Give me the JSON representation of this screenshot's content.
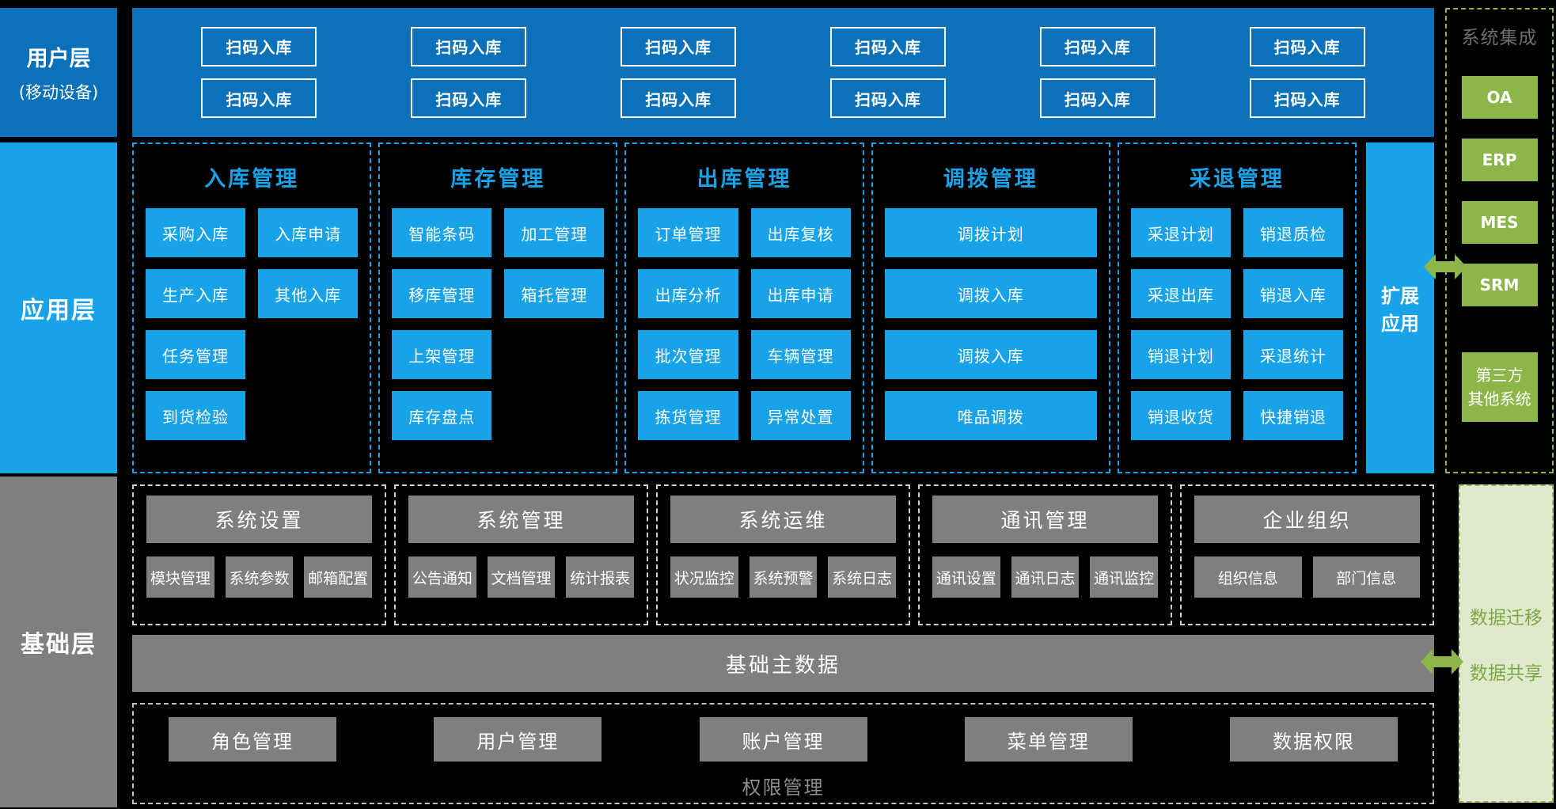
{
  "colors": {
    "dark_blue": "#0B71B8",
    "cyan": "#18A3E8",
    "gray": "#7F7F7F",
    "green": "#8CB648",
    "green_panel_bg": "#DFE9CB",
    "dashed_gray_border": "#CFCFCF",
    "integration_title_gray": "#6F6F6F",
    "panel_text_green": "#7FA845"
  },
  "sidebar": {
    "user_layer": {
      "title": "用户层",
      "subtitle": "(移动设备)"
    },
    "app_layer": {
      "title": "应用层"
    },
    "base_layer": {
      "title": "基础层"
    }
  },
  "user_layer": {
    "rows": [
      [
        "扫码入库",
        "扫码入库",
        "扫码入库",
        "扫码入库",
        "扫码入库",
        "扫码入库"
      ],
      [
        "扫码入库",
        "扫码入库",
        "扫码入库",
        "扫码入库",
        "扫码入库",
        "扫码入库"
      ]
    ]
  },
  "app_layer": {
    "sections": [
      {
        "title": "入库管理",
        "cols": 2,
        "rows": [
          [
            "采购入库",
            "入库申请"
          ],
          [
            "生产入库",
            "其他入库"
          ],
          [
            "任务管理"
          ],
          [
            "到货检验"
          ]
        ]
      },
      {
        "title": "库存管理",
        "cols": 2,
        "rows": [
          [
            "智能条码",
            "加工管理"
          ],
          [
            "移库管理",
            "箱托管理"
          ],
          [
            "上架管理"
          ],
          [
            "库存盘点"
          ]
        ]
      },
      {
        "title": "出库管理",
        "cols": 2,
        "rows": [
          [
            "订单管理",
            "出库复核"
          ],
          [
            "出库分析",
            "出库申请"
          ],
          [
            "批次管理",
            "车辆管理"
          ],
          [
            "拣货管理",
            "异常处置"
          ]
        ]
      },
      {
        "title": "调拨管理",
        "cols": 1,
        "rows": [
          [
            "调拨计划"
          ],
          [
            "调拨入库"
          ],
          [
            "调拨入库"
          ],
          [
            "唯品调拨"
          ]
        ]
      },
      {
        "title": "采退管理",
        "cols": 2,
        "rows": [
          [
            "采退计划",
            "销退质检"
          ],
          [
            "采退出库",
            "销退入库"
          ],
          [
            "销退计划",
            "采退统计"
          ],
          [
            "销退收货",
            "快捷销退"
          ]
        ]
      }
    ],
    "extension_label": "扩展\n应用"
  },
  "system_integration": {
    "title": "系统集成",
    "items": [
      "OA",
      "ERP",
      "MES",
      "SRM",
      "第三方\n其他系统"
    ]
  },
  "base_layer": {
    "sections": [
      {
        "title": "系统设置",
        "items": [
          "模块管理",
          "系统参数",
          "邮箱配置"
        ]
      },
      {
        "title": "系统管理",
        "items": [
          "公告通知",
          "文档管理",
          "统计报表"
        ]
      },
      {
        "title": "系统运维",
        "items": [
          "状况监控",
          "系统预警",
          "系统日志"
        ]
      },
      {
        "title": "通讯管理",
        "items": [
          "通讯设置",
          "通讯日志",
          "通讯监控"
        ]
      },
      {
        "title": "企业组织",
        "items": [
          "组织信息",
          "部门信息"
        ]
      }
    ],
    "master_data_label": "基础主数据",
    "permission": {
      "title": "权限管理",
      "items": [
        "角色管理",
        "用户管理",
        "账户管理",
        "菜单管理",
        "数据权限"
      ]
    }
  },
  "data_exchange": {
    "lines": [
      "数据迁移",
      "数据共享"
    ]
  }
}
